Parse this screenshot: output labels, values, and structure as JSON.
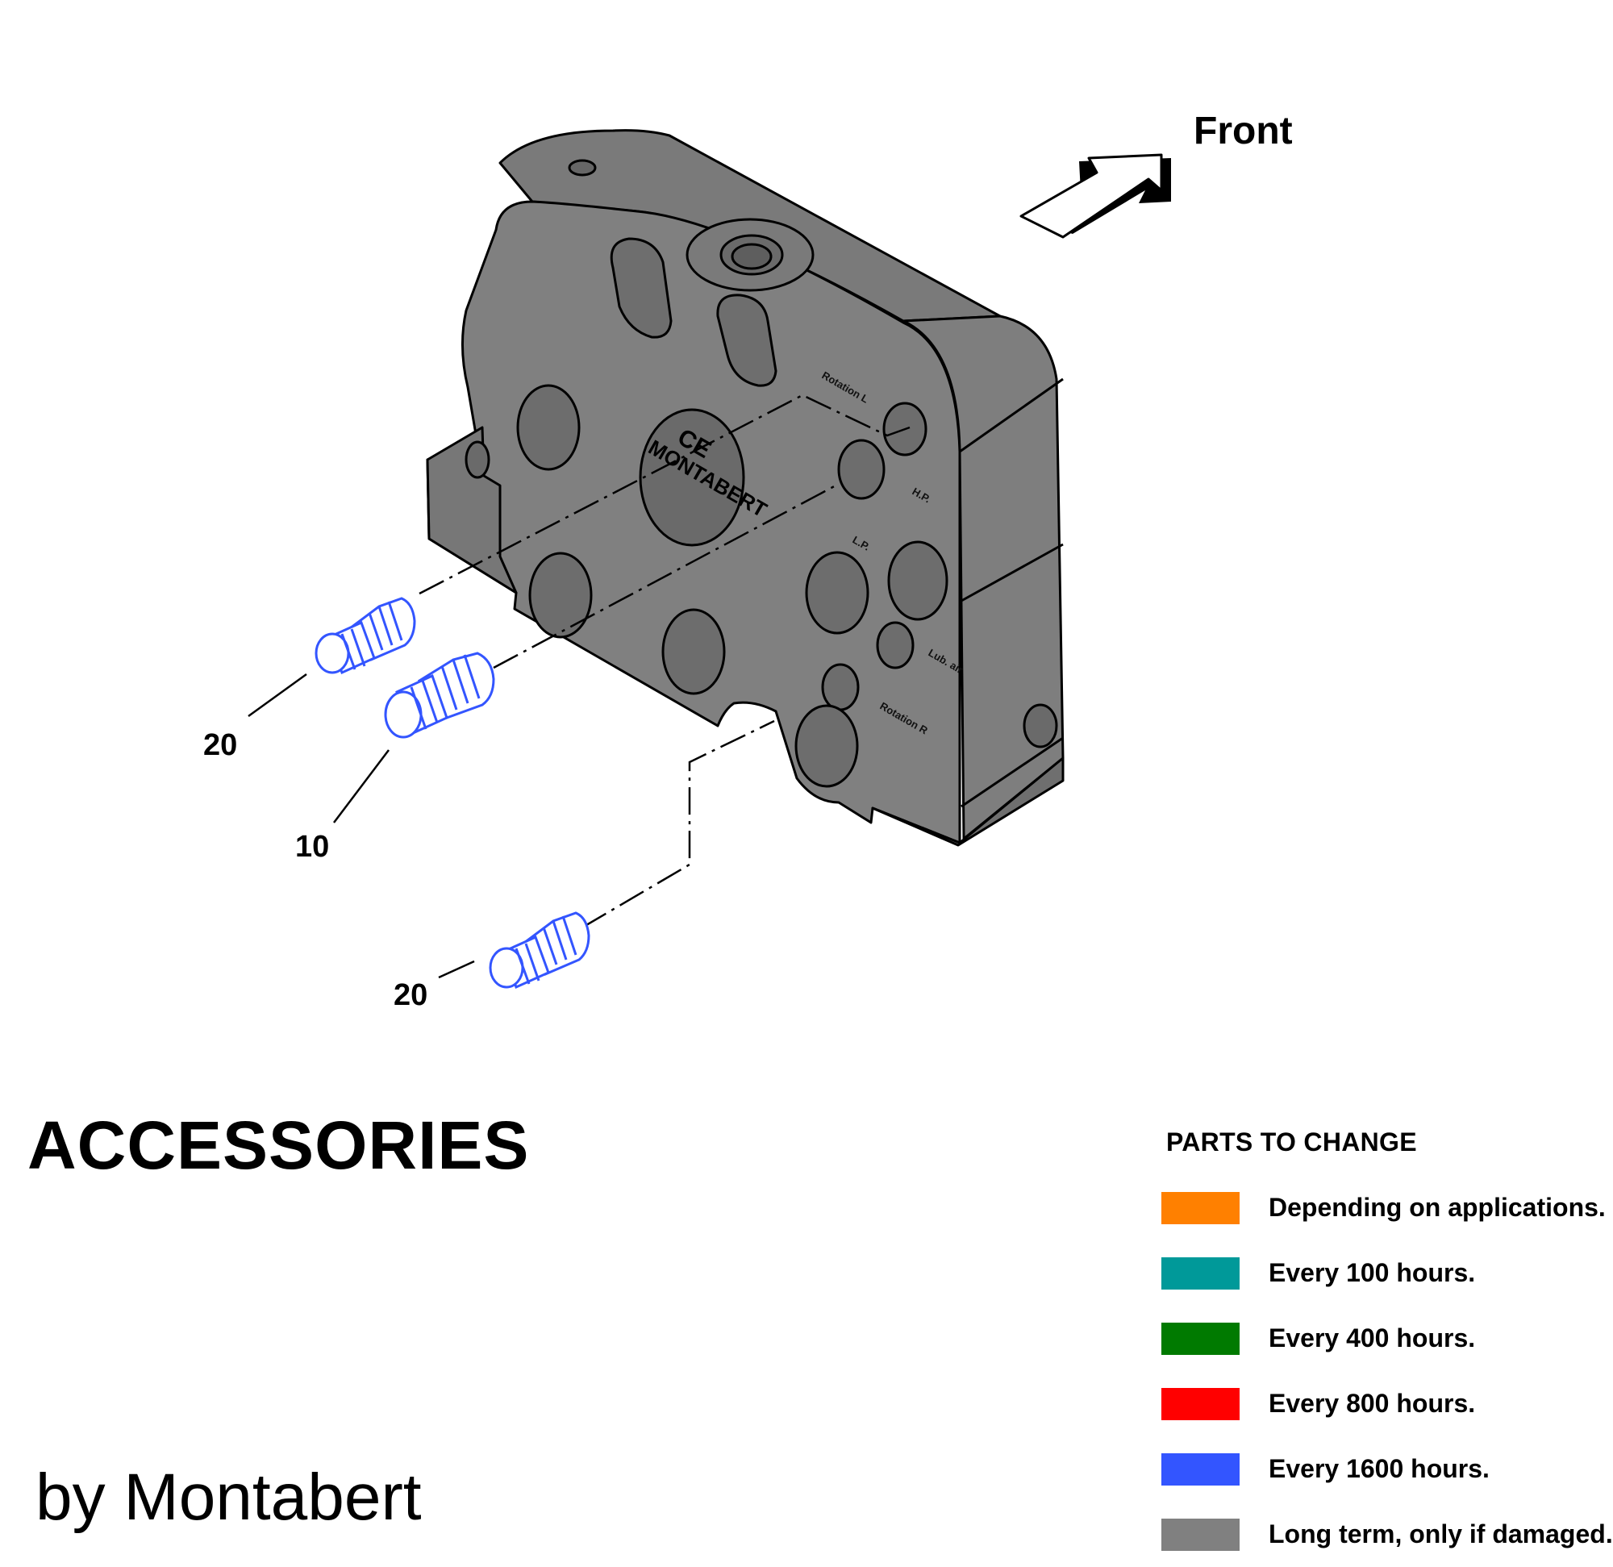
{
  "drawing": {
    "direction_label": "Front",
    "block_markings": {
      "brand": "MONTABERT",
      "ce_mark": "CE",
      "ports": [
        "Rotation L",
        "H.P.",
        "L.P.",
        "Lub. air",
        "Rotation R"
      ]
    },
    "callouts": [
      "20",
      "10",
      "20"
    ],
    "fitting_color": "#3355ff",
    "block_color": "#808080"
  },
  "title": "ACCESSORIES",
  "credit": "by Montabert",
  "legend": {
    "title": "PARTS TO CHANGE",
    "items": [
      {
        "color": "#ff8000",
        "label": "Depending on applications."
      },
      {
        "color": "#009999",
        "label": "Every 100 hours."
      },
      {
        "color": "#007a00",
        "label": "Every 400 hours."
      },
      {
        "color": "#ff0000",
        "label": "Every 800 hours."
      },
      {
        "color": "#3355ff",
        "label": "Every 1600 hours."
      },
      {
        "color": "#808080",
        "label": "Long term, only if damaged."
      }
    ]
  }
}
